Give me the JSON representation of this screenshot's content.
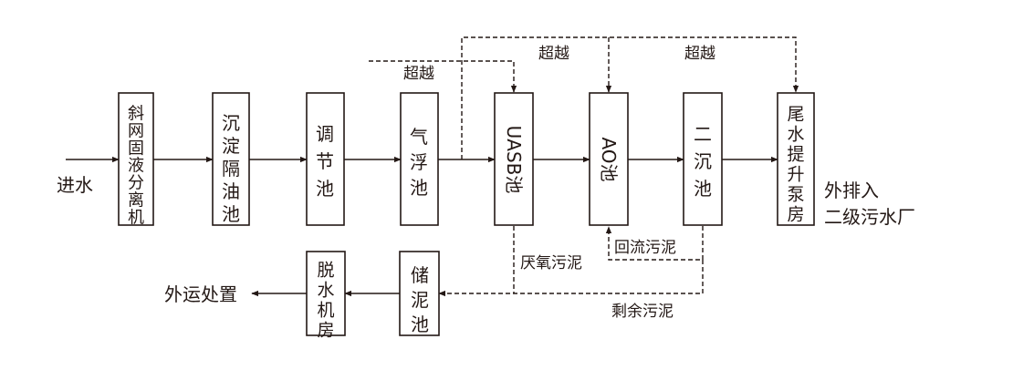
{
  "nodes": {
    "incline_screen": "斜网固液分离机",
    "oil_separator": "沉淀隔油池",
    "equalization": "调节池",
    "air_flotation": "气浮池",
    "uasb": "UASB池",
    "ao": "AO池",
    "secondary_settler": "二沉池",
    "tail_pump": "尾水提升泵房",
    "sludge_tank": "储泥池",
    "dewatering": "脱水机房"
  },
  "labels": {
    "inflow": "进水",
    "discharge_line1": "外排入",
    "discharge_line2": "二级污水厂",
    "bypass_1": "超越",
    "bypass_2": "超越",
    "bypass_3": "超越",
    "anaerobic_sludge": "厌氧污泥",
    "return_sludge": "回流污泥",
    "excess_sludge": "剩余污泥",
    "disposal": "外运处置"
  },
  "colors": {
    "line": "#231815",
    "background": "#ffffff"
  }
}
